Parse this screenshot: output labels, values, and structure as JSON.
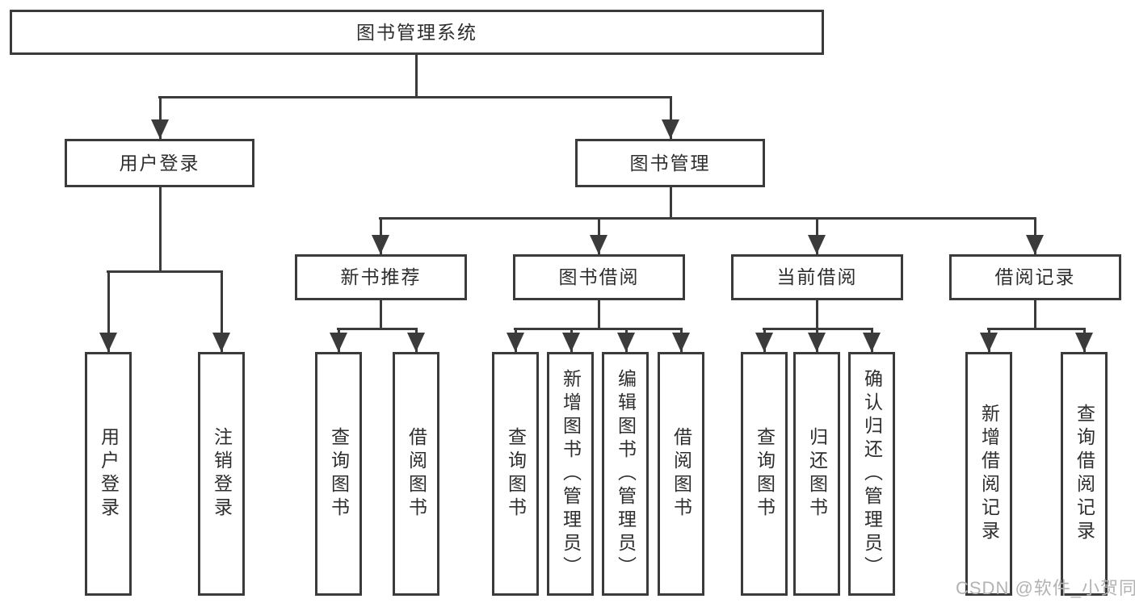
{
  "nodes": {
    "root": "图书管理系统",
    "l2": [
      "用户登录",
      "图书管理"
    ],
    "l3": [
      "新书推荐",
      "图书借阅",
      "当前借阅",
      "借阅记录"
    ],
    "leaves": [
      "用户登录",
      "注销登录",
      "查询图书",
      "借阅图书",
      "查询图书",
      "新增图书（管理员）",
      "编辑图书（管理员）",
      "借阅图书",
      "查询图书",
      "归还图书",
      "确认归还（管理员）",
      "新增借阅记录",
      "查询借阅记录"
    ]
  },
  "watermark": "CSDN @软件_小贺同学",
  "colors": {
    "line": "#3b3b3b",
    "text": "#2e2e2e",
    "watermark": "#b3b3b3",
    "background": "#ffffff"
  }
}
